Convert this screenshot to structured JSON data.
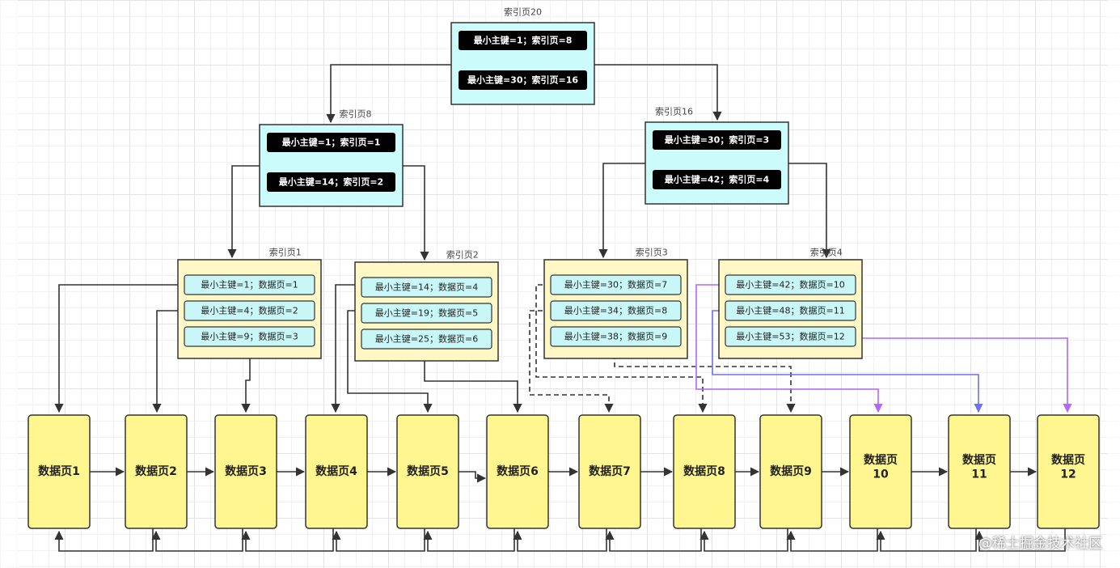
{
  "root": {
    "title": "索引页20",
    "rows": [
      "最小主键=1；索引页=8",
      "最小主键=30；索引页=16"
    ]
  },
  "mid": [
    {
      "title": "索引页8",
      "rows": [
        "最小主键=1；索引页=1",
        "最小主键=14；索引页=2"
      ]
    },
    {
      "title": "索引页16",
      "rows": [
        "最小主键=30；索引页=3",
        "最小主键=42；索引页=4"
      ]
    }
  ],
  "leaves": [
    {
      "title": "索引页1",
      "rows": [
        "最小主键=1；数据页=1",
        "最小主键=4；数据页=2",
        "最小主键=9；数据页=3"
      ]
    },
    {
      "title": "索引页2",
      "rows": [
        "最小主键=14；数据页=4",
        "最小主键=19；数据页=5",
        "最小主键=25；数据页=6"
      ]
    },
    {
      "title": "索引页3",
      "rows": [
        "最小主键=30；数据页=7",
        "最小主键=34；数据页=8",
        "最小主键=38；数据页=9"
      ]
    },
    {
      "title": "索引页4",
      "rows": [
        "最小主键=42；数据页=10",
        "最小主键=48；数据页=11",
        "最小主键=53；数据页=12"
      ]
    }
  ],
  "data_pages": [
    "数据页1",
    "数据页2",
    "数据页3",
    "数据页4",
    "数据页5",
    "数据页6",
    "数据页7",
    "数据页8",
    "数据页9",
    "数据页\n10",
    "数据页\n11",
    "数据页\n12"
  ],
  "watermark": "@稀土掘金技术社区",
  "colors": {
    "root_fill": "#ccfbfb",
    "index_fill": "#ccfbfb",
    "leaf_fill": "#fff7c6",
    "data_fill": "#fff68f",
    "row_dark": "#000000",
    "row_light": "#c9f6f6",
    "purple": "#b266ff",
    "blue": "#6e6ef7",
    "line": "#333333"
  }
}
